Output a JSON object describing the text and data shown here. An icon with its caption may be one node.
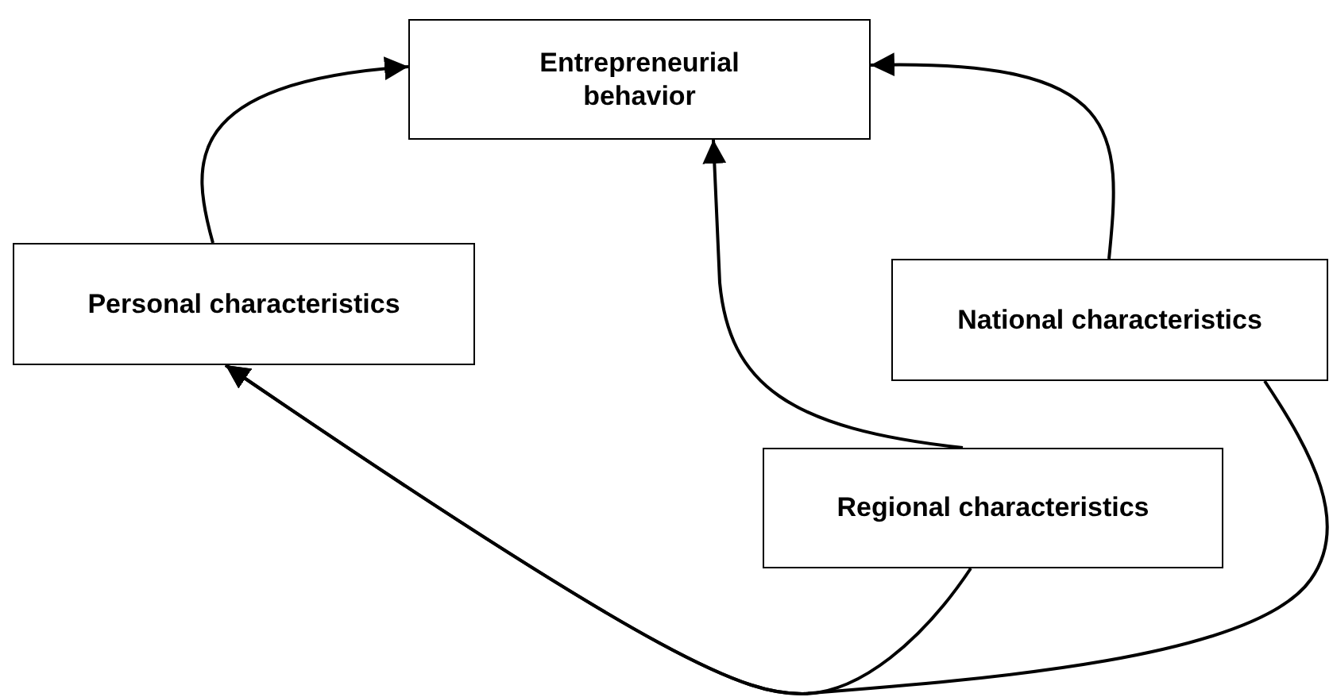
{
  "diagram": {
    "nodes": [
      {
        "text": [
          "Entrepreneurial behavior"
        ]
      },
      {
        "text": [
          "Personal characteristics"
        ]
      },
      {
        "text": [
          "National characteristics"
        ]
      },
      {
        "text": [
          "Regional characteristics"
        ]
      }
    ],
    "edges": [
      {
        "from": 1,
        "to": 0,
        "arrow": "to"
      },
      {
        "from": 2,
        "to": 0,
        "arrow": "to"
      },
      {
        "from": 3,
        "to": 0,
        "arrow": "to"
      },
      {
        "from": 3,
        "to": 1,
        "arrow": "to"
      },
      {
        "from": 2,
        "to": 1,
        "arrow": "to"
      }
    ]
  }
}
